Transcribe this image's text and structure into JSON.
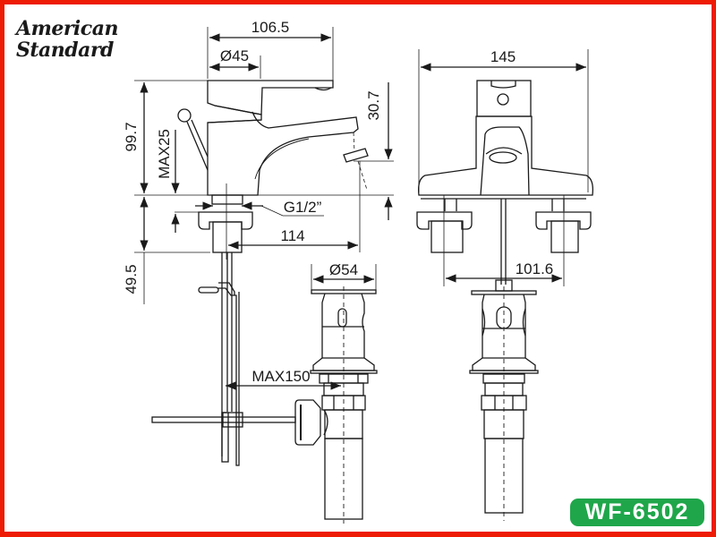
{
  "brand": {
    "line1": "American",
    "line2": "Standard"
  },
  "model_badge": {
    "label": "WF-6502",
    "color": "#1fa64a"
  },
  "frame": {
    "border_color": "#ee1c05"
  },
  "dimensions": {
    "side_view": {
      "overall_depth": "106.5",
      "handle_diameter": "Ø45",
      "height": "99.7",
      "max_deck_thickness": "MAX25",
      "spout_clearance": "30.7",
      "thread": "G1/2”",
      "spout_reach": "114",
      "below_deck": "49.5"
    },
    "front_view": {
      "overall_width": "145",
      "center_spacing": "101.6"
    },
    "drain": {
      "flange_diameter": "Ø54",
      "max_rod_offset": "MAX150"
    }
  }
}
